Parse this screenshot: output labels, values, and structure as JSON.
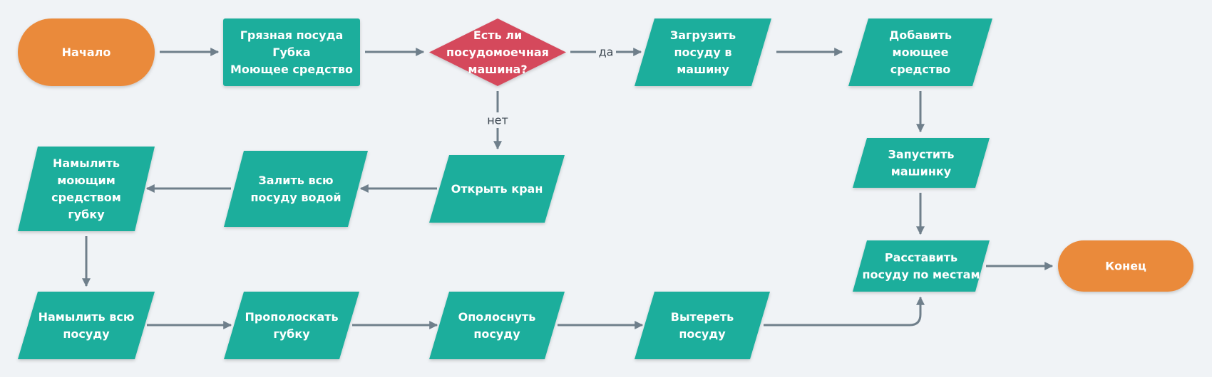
{
  "colors": {
    "background": "#f0f3f6",
    "terminal": "#ea8a3b",
    "process": "#1aae9c",
    "decision": "#d5485c",
    "connector": "#6f7f8b",
    "text": "#ffffff",
    "label": "#3c4650"
  },
  "nodes": [
    {
      "id": "start",
      "shape": "terminal",
      "lines": [
        "Начало"
      ]
    },
    {
      "id": "inputs",
      "shape": "rect",
      "lines": [
        "Грязная посуда",
        "Губка",
        "Моющее средство"
      ]
    },
    {
      "id": "has-dishwasher",
      "shape": "diamond",
      "lines": [
        "Есть ли",
        "посудомоечная",
        "машина?"
      ]
    },
    {
      "id": "load-dishes",
      "shape": "parallelogram",
      "lines": [
        "Загрузить",
        "посуду в",
        "машину"
      ]
    },
    {
      "id": "add-detergent",
      "shape": "parallelogram",
      "lines": [
        "Добавить",
        "моющее",
        "средство"
      ]
    },
    {
      "id": "start-machine",
      "shape": "parallelogram",
      "lines": [
        "Запустить",
        "машинку"
      ]
    },
    {
      "id": "put-away",
      "shape": "parallelogram",
      "lines": [
        "Расставить",
        "посуду по местам"
      ]
    },
    {
      "id": "end",
      "shape": "terminal",
      "lines": [
        "Конец"
      ]
    },
    {
      "id": "open-tap",
      "shape": "parallelogram",
      "lines": [
        "Открыть кран"
      ]
    },
    {
      "id": "fill-water",
      "shape": "parallelogram",
      "lines": [
        "Залить всю",
        "посуду водой"
      ]
    },
    {
      "id": "lather-sponge",
      "shape": "parallelogram",
      "lines": [
        "Намылить",
        "моющим",
        "средством",
        "губку"
      ]
    },
    {
      "id": "lather-dishes",
      "shape": "parallelogram",
      "lines": [
        "Намылить всю",
        "посуду"
      ]
    },
    {
      "id": "rinse-sponge",
      "shape": "parallelogram",
      "lines": [
        "Прополоскать",
        "губку"
      ]
    },
    {
      "id": "rinse-dishes",
      "shape": "parallelogram",
      "lines": [
        "Ополоснуть",
        "посуду"
      ]
    },
    {
      "id": "wipe-dishes",
      "shape": "parallelogram",
      "lines": [
        "Вытереть",
        "посуду"
      ]
    }
  ],
  "edges": [
    {
      "from": "start",
      "to": "inputs",
      "label": ""
    },
    {
      "from": "inputs",
      "to": "has-dishwasher",
      "label": ""
    },
    {
      "from": "has-dishwasher",
      "to": "load-dishes",
      "label": "да"
    },
    {
      "from": "load-dishes",
      "to": "add-detergent",
      "label": ""
    },
    {
      "from": "add-detergent",
      "to": "start-machine",
      "label": ""
    },
    {
      "from": "start-machine",
      "to": "put-away",
      "label": ""
    },
    {
      "from": "put-away",
      "to": "end",
      "label": ""
    },
    {
      "from": "has-dishwasher",
      "to": "open-tap",
      "label": "нет"
    },
    {
      "from": "open-tap",
      "to": "fill-water",
      "label": ""
    },
    {
      "from": "fill-water",
      "to": "lather-sponge",
      "label": ""
    },
    {
      "from": "lather-sponge",
      "to": "lather-dishes",
      "label": ""
    },
    {
      "from": "lather-dishes",
      "to": "rinse-sponge",
      "label": ""
    },
    {
      "from": "rinse-sponge",
      "to": "rinse-dishes",
      "label": ""
    },
    {
      "from": "rinse-dishes",
      "to": "wipe-dishes",
      "label": ""
    },
    {
      "from": "wipe-dishes",
      "to": "put-away",
      "label": ""
    }
  ]
}
